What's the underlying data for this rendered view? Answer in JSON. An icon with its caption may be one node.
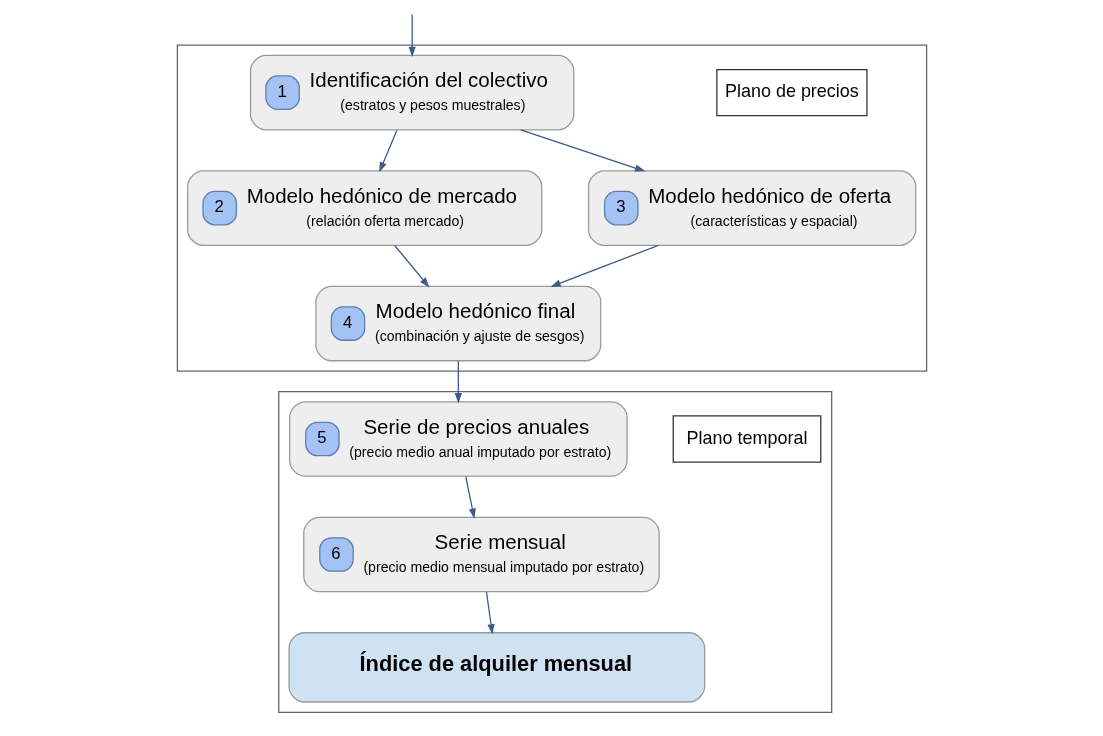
{
  "diagram": {
    "nodes": [
      {
        "text": [],
        "shape": "box"
      },
      {
        "text": [
          "Plano de precios"
        ],
        "in": 0
      },
      {
        "text": [
          "1",
          "Identificación del colectivo",
          "(estratos y pesos muestrales)"
        ],
        "in": 0
      },
      {
        "text": [
          "2",
          "Modelo hedónico de mercado",
          "(relación oferta mercado)"
        ],
        "in": 0
      },
      {
        "text": [
          "3",
          "Modelo hedónico de oferta",
          "(características y espacial)"
        ],
        "in": 0
      },
      {
        "text": [
          "4",
          "Modelo hedónico final",
          "(combinación y ajuste de sesgos)"
        ],
        "in": 0
      },
      {
        "text": [],
        "shape": "box"
      },
      {
        "text": [
          "Plano temporal"
        ],
        "in": 6
      },
      {
        "text": [
          "5",
          "Serie de precios anuales",
          "(precio medio anual imputado por estrato)"
        ],
        "in": 6
      },
      {
        "text": [
          "6",
          "Serie mensual",
          "(precio medio mensual imputado por estrato)"
        ],
        "in": 6
      },
      {
        "text": [
          "Índice de alquiler mensual"
        ],
        "in": 6
      }
    ],
    "edges": [
      {
        "from": null,
        "to": 2,
        "arrow": "to"
      },
      {
        "from": 2,
        "to": 3,
        "arrow": "to"
      },
      {
        "from": 2,
        "to": 4,
        "arrow": "to"
      },
      {
        "from": 3,
        "to": 5,
        "arrow": "to"
      },
      {
        "from": 4,
        "to": 5,
        "arrow": "to"
      },
      {
        "from": 5,
        "to": 8,
        "arrow": "to"
      },
      {
        "from": 8,
        "to": 9,
        "arrow": "to"
      },
      {
        "from": 9,
        "to": 10,
        "arrow": "to"
      }
    ]
  }
}
